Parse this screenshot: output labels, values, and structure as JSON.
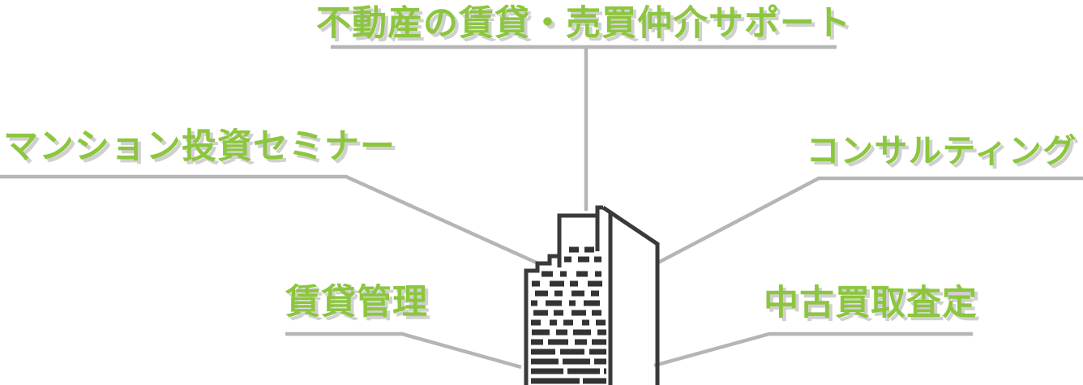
{
  "diagram": {
    "illustration": "high-rise-apartment-building-line-art",
    "labels": {
      "top": "不動産の賃貸・売買仲介サポート",
      "left": "マンション投資セミナー",
      "right": "コンサルティング",
      "bottom_left": "賃貸管理",
      "bottom_right": "中古買取査定"
    },
    "colors": {
      "label_text": "#8cc63e",
      "label_shadow": "#bdbdbd",
      "connector_line": "#b5b5b5",
      "building_line": "#3a3a3a"
    }
  }
}
